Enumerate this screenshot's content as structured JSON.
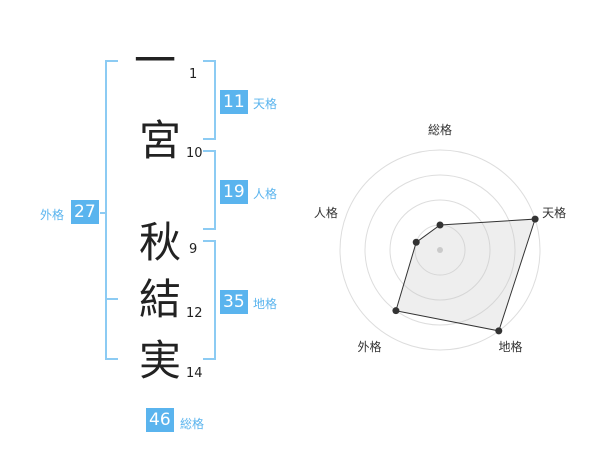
{
  "name": {
    "characters": [
      {
        "char": "一",
        "strokes": "1"
      },
      {
        "char": "宮",
        "strokes": "10"
      },
      {
        "char": "秋",
        "strokes": "9"
      },
      {
        "char": "結",
        "strokes": "12"
      },
      {
        "char": "実",
        "strokes": "14"
      }
    ]
  },
  "fortunes": {
    "ten": {
      "label": "天格",
      "value": "11"
    },
    "jin": {
      "label": "人格",
      "value": "19"
    },
    "chi": {
      "label": "地格",
      "value": "35"
    },
    "gai": {
      "label": "外格",
      "value": "27"
    },
    "sou": {
      "label": "総格",
      "value": "46"
    }
  },
  "colors": {
    "accent": "#5ab4ee",
    "bracket": "#8ccbf3",
    "text": "#222222"
  },
  "chart_data": {
    "type": "radar",
    "axes": [
      "総格",
      "天格",
      "地格",
      "外格",
      "人格"
    ],
    "values": [
      1,
      4,
      4,
      3,
      1
    ],
    "rlim": [
      0,
      4
    ],
    "rings": 4
  }
}
